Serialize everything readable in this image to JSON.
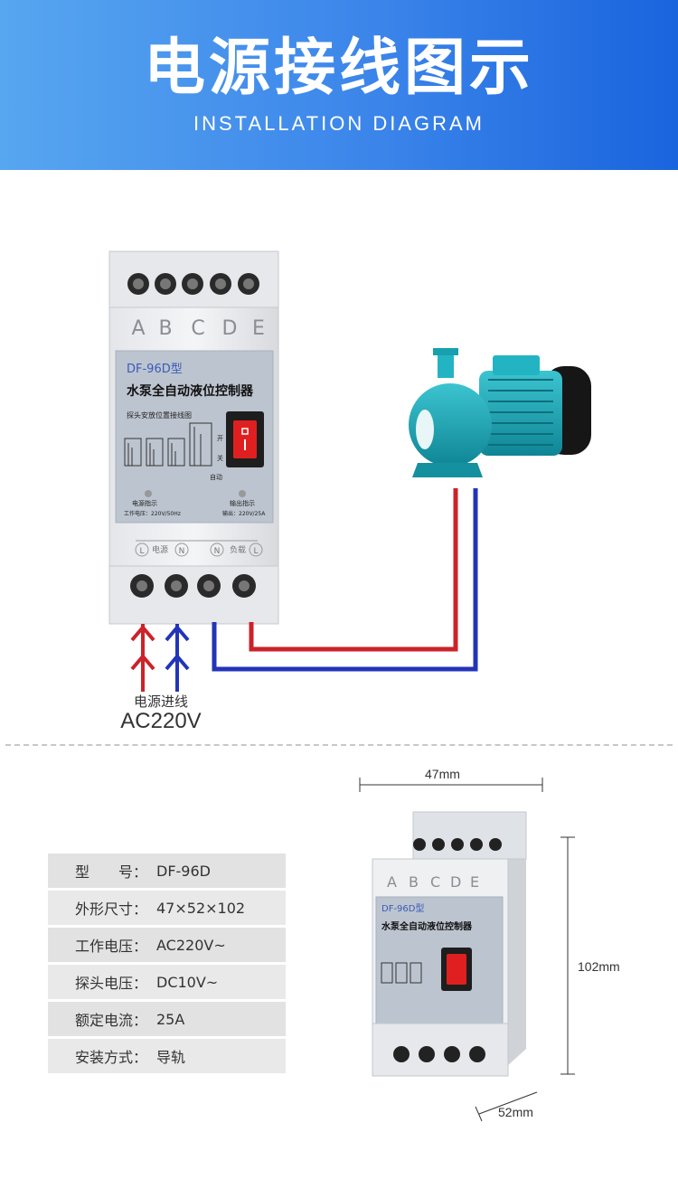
{
  "header": {
    "title": "电源接线图示",
    "subtitle": "INSTALLATION DIAGRAM"
  },
  "controller": {
    "terminal_letters": [
      "A",
      "B",
      "C",
      "D",
      "E"
    ],
    "model": "DF-96D型",
    "name": "水泵全自动液位控制器",
    "probe_note": "探头安放位置接线图",
    "switch_labels": {
      "on": "开",
      "off": "关",
      "auto": "自动"
    },
    "power_indicator": "电源指示",
    "output_indicator": "输出指示",
    "work_voltage": "工作电压：220V/50Hz",
    "output_rating": "输出：220V/25A",
    "bottom_labels": {
      "power": "电源",
      "load": "负载"
    },
    "bottom_terminals": [
      "L",
      "N",
      "N",
      "L"
    ]
  },
  "power_input": {
    "label": "电源进线",
    "voltage": "AC220V"
  },
  "specs": [
    {
      "label": "型　　号：",
      "value": "DF-96D"
    },
    {
      "label": "外形尺寸：",
      "value": "47×52×102"
    },
    {
      "label": "工作电压：",
      "value": "AC220V~"
    },
    {
      "label": "探头电压：",
      "value": "DC10V~"
    },
    {
      "label": "额定电流：",
      "value": "25A"
    },
    {
      "label": "安装方式：",
      "value": "导轨"
    }
  ],
  "dimensions": {
    "width": "47mm",
    "height": "102mm",
    "depth": "52mm"
  },
  "colors": {
    "banner_start": "#57a6f0",
    "banner_end": "#1a64de",
    "wire_red": "#cc2229",
    "wire_blue": "#2235b8",
    "pump_teal": "#1aa5b5",
    "switch_red": "#e02020"
  }
}
